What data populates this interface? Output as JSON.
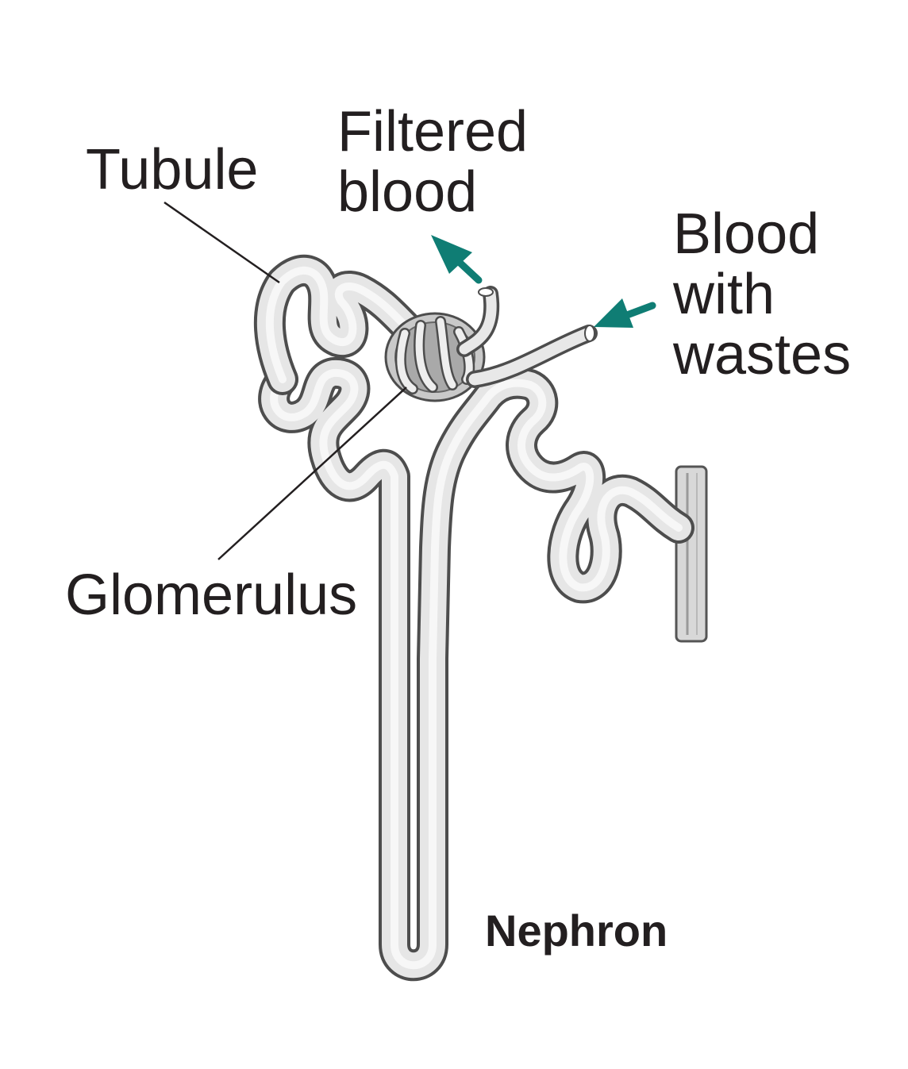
{
  "labels": {
    "tubule": "Tubule",
    "filtered_blood": [
      "Filtered",
      "blood"
    ],
    "blood_with_wastes": [
      "Blood",
      "with",
      "wastes"
    ],
    "glomerulus": "Glomerulus",
    "nephron": "Nephron"
  },
  "colors": {
    "arrow": "#0f7d74",
    "tube_fill": "#e4e4e4",
    "tube_outline": "#5a5a5a",
    "text": "#231f20"
  }
}
